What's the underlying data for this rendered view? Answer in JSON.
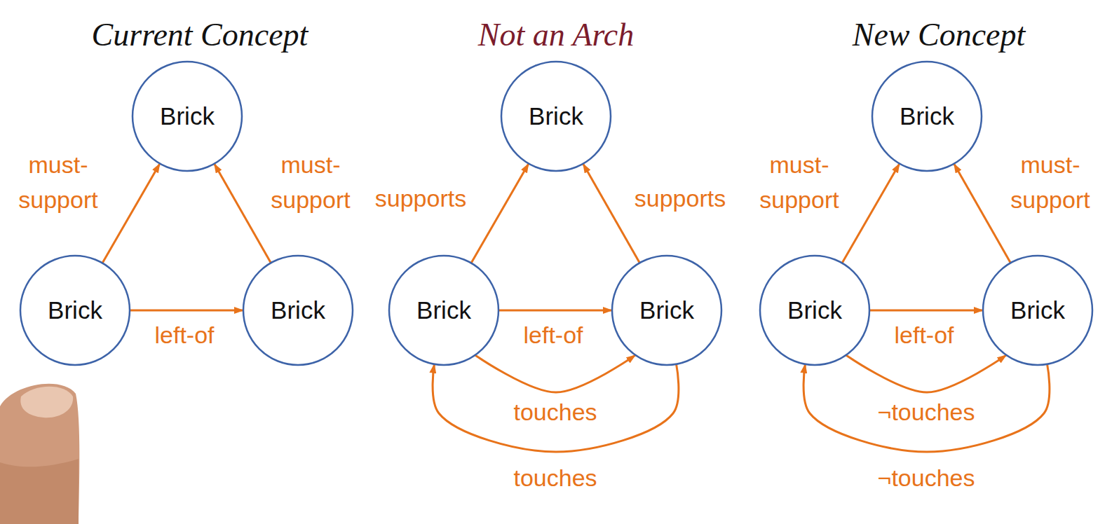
{
  "diagram": {
    "nodes": [
      {
        "text": [
          "Brick"
        ]
      },
      {
        "text": [
          "Brick"
        ]
      },
      {
        "text": [
          "Brick"
        ]
      },
      {
        "text": [
          "Brick"
        ]
      },
      {
        "text": [
          "Brick"
        ]
      },
      {
        "text": [
          "Brick"
        ]
      },
      {
        "text": [
          "Brick"
        ]
      },
      {
        "text": [
          "Brick"
        ]
      },
      {
        "text": [
          "Brick"
        ]
      }
    ],
    "edges": [
      {
        "from": 1,
        "to": 0,
        "label": "must- support",
        "arrow": "to"
      },
      {
        "from": 2,
        "to": 0,
        "label": "must- support",
        "arrow": "to"
      },
      {
        "from": 1,
        "to": 2,
        "label": "left-of",
        "arrow": "to"
      },
      {
        "from": 4,
        "to": 3,
        "label": "supports",
        "arrow": "to"
      },
      {
        "from": 5,
        "to": 3,
        "label": "supports",
        "arrow": "to"
      },
      {
        "from": 4,
        "to": 5,
        "label": "left-of",
        "arrow": "to"
      },
      {
        "from": 4,
        "to": 5,
        "label": "touches",
        "arrow": "to"
      },
      {
        "from": 5,
        "to": 4,
        "label": "touches",
        "arrow": "to"
      },
      {
        "from": 7,
        "to": 6,
        "label": "must- support",
        "arrow": "to"
      },
      {
        "from": 8,
        "to": 6,
        "label": "must- support",
        "arrow": "to"
      },
      {
        "from": 7,
        "to": 8,
        "label": "left-of",
        "arrow": "to"
      },
      {
        "from": 7,
        "to": 8,
        "label": "¬touches",
        "arrow": "to"
      },
      {
        "from": 8,
        "to": 7,
        "label": "¬touches",
        "arrow": "to"
      }
    ],
    "labels": [
      "Current Concept",
      "Not an Arch",
      "New Concept"
    ]
  }
}
